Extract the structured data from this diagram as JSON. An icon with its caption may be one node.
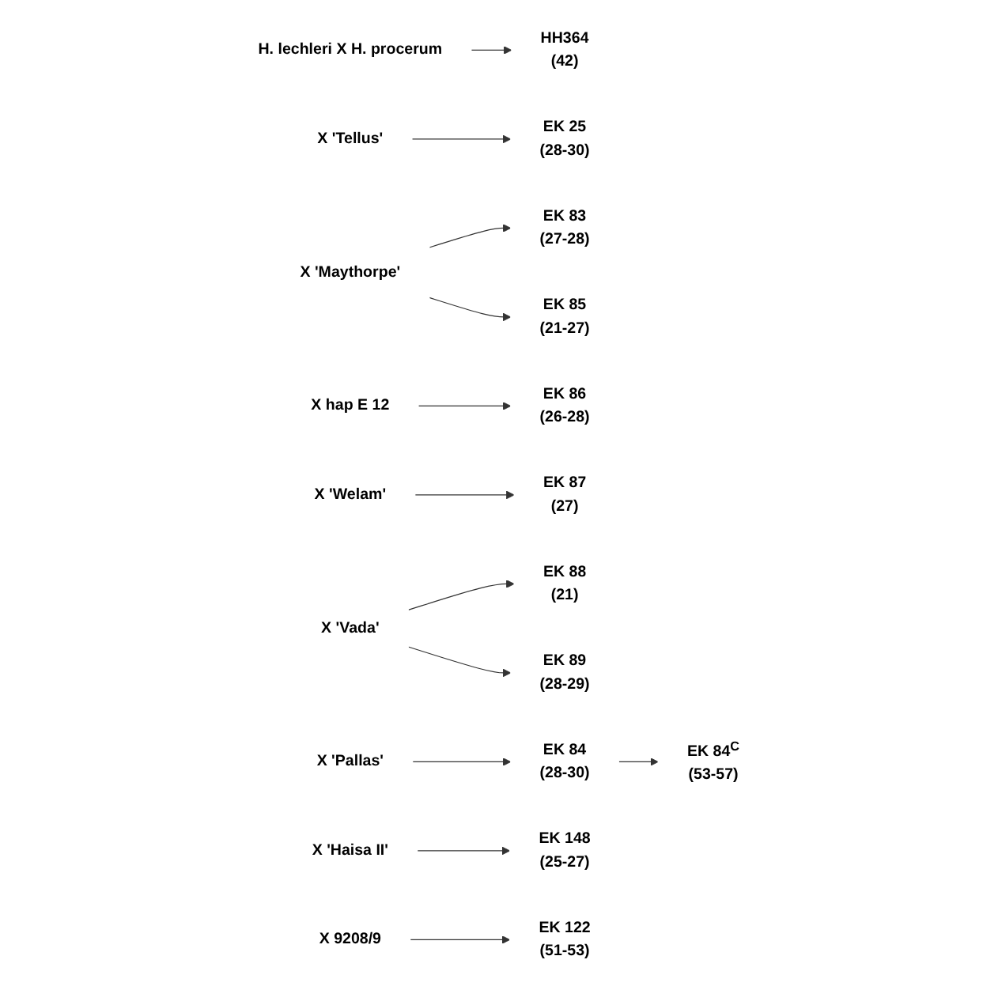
{
  "diagram": {
    "nodes": [
      {
        "text": [
          "H. lechleri X H. procerum"
        ]
      },
      {
        "text": [
          "HH364",
          "(42)"
        ]
      },
      {
        "text": [
          "X 'Tellus'"
        ]
      },
      {
        "text": [
          "EK 25",
          "(28-30)"
        ]
      },
      {
        "text": [
          "X 'Maythorpe'"
        ]
      },
      {
        "text": [
          "EK 83",
          "(27-28)"
        ]
      },
      {
        "text": [
          "EK 85",
          "(21-27)"
        ]
      },
      {
        "text": [
          "X hap E 12"
        ]
      },
      {
        "text": [
          "EK 86",
          "(26-28)"
        ]
      },
      {
        "text": [
          "X 'Welam'"
        ]
      },
      {
        "text": [
          "EK 87",
          "(27)"
        ]
      },
      {
        "text": [
          "X 'Vada'"
        ]
      },
      {
        "text": [
          "EK 88",
          "(21)"
        ]
      },
      {
        "text": [
          "EK 89",
          "(28-29)"
        ]
      },
      {
        "text": [
          "X 'Pallas'"
        ]
      },
      {
        "text": [
          "EK 84",
          "(28-30)"
        ]
      },
      {
        "text": [
          "EK 84$^{C}$",
          "(53-57)"
        ]
      },
      {
        "text": [
          "X 'Haisa II'"
        ]
      },
      {
        "text": [
          "EK 148",
          "(25-27)"
        ]
      },
      {
        "text": [
          "X 9208/9"
        ]
      },
      {
        "text": [
          "EK 122",
          "(51-53)"
        ]
      }
    ],
    "edges": [
      {
        "from": 0,
        "to": 1,
        "arrow": "to"
      },
      {
        "from": 2,
        "to": 3,
        "arrow": "to"
      },
      {
        "from": 4,
        "to": 5,
        "arrow": "to"
      },
      {
        "from": 4,
        "to": 6,
        "arrow": "to"
      },
      {
        "from": 7,
        "to": 8,
        "arrow": "to"
      },
      {
        "from": 9,
        "to": 10,
        "arrow": "to"
      },
      {
        "from": 11,
        "to": 12,
        "arrow": "to"
      },
      {
        "from": 11,
        "to": 13,
        "arrow": "to"
      },
      {
        "from": 14,
        "to": 15,
        "arrow": "to"
      },
      {
        "from": 15,
        "to": 16,
        "arrow": "to"
      },
      {
        "from": 17,
        "to": 18,
        "arrow": "to"
      },
      {
        "from": 19,
        "to": 20,
        "arrow": "to"
      }
    ]
  }
}
